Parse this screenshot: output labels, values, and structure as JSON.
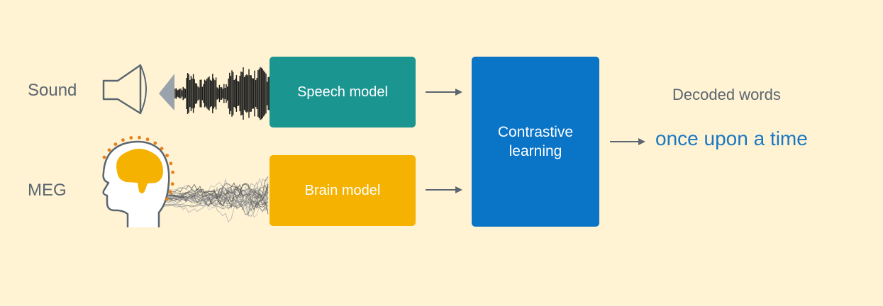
{
  "inputs": {
    "sound_label": "Sound",
    "meg_label": "MEG"
  },
  "models": {
    "speech_label": "Speech model",
    "brain_label": "Brain model"
  },
  "learning": {
    "label": "Contrastive learning"
  },
  "output": {
    "title": "Decoded words",
    "text": "once upon a time"
  },
  "colors": {
    "background": "#fff3d4",
    "speech_model": "#1b9590",
    "brain_model": "#f5b200",
    "contrastive_learning": "#0a74c7",
    "decoded_text": "#1a78c2",
    "label_text": "#5b6670",
    "brain_icon": "#f5b200",
    "sensor_dots": "#e8801a"
  },
  "icons": [
    "speaker-icon",
    "sound-waveform",
    "head-icon",
    "brain-icon",
    "meg-signal-traces"
  ]
}
